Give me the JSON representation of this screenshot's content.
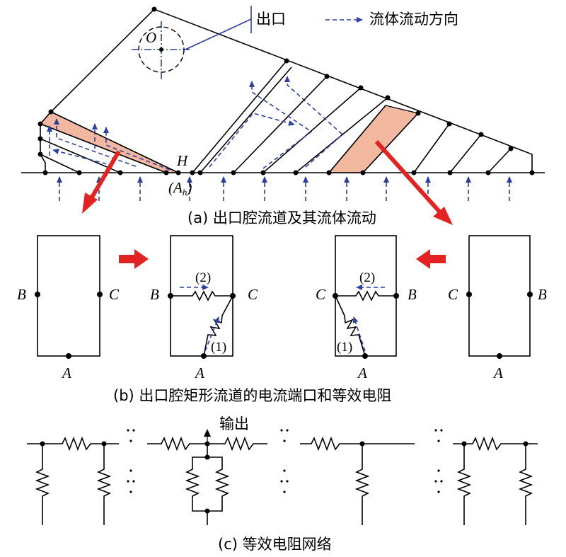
{
  "panel_a": {
    "caption": "(a) 出口腔流道及其流体流动",
    "legend_outlet": "出口",
    "legend_flow": "流体流动方向",
    "center_label": "O",
    "point_h": "H",
    "point_ah": "(A",
    "point_ah_sub": "h",
    "point_ah_close": ")"
  },
  "panel_b": {
    "caption": "(b) 出口腔矩形流道的电流端口和等效电阻",
    "box1": {
      "left": "B",
      "right": "C",
      "bottom": "A"
    },
    "box2": {
      "left": "B",
      "right": "C",
      "bottom": "A",
      "r_top": "(2)",
      "r_diag": "(1)"
    },
    "box3": {
      "left": "C",
      "right": "B",
      "bottom": "A",
      "r_top": "(2)",
      "r_diag": "(1)"
    },
    "box4": {
      "left": "C",
      "right": "B",
      "bottom": "A"
    }
  },
  "panel_c": {
    "caption": "(c) 等效电阻网络",
    "output_label": "输出"
  },
  "colors": {
    "flow_blue": "#2b3fa0",
    "arrow_red": "#e32322",
    "highlight_salmon": "#f2b8a0"
  }
}
